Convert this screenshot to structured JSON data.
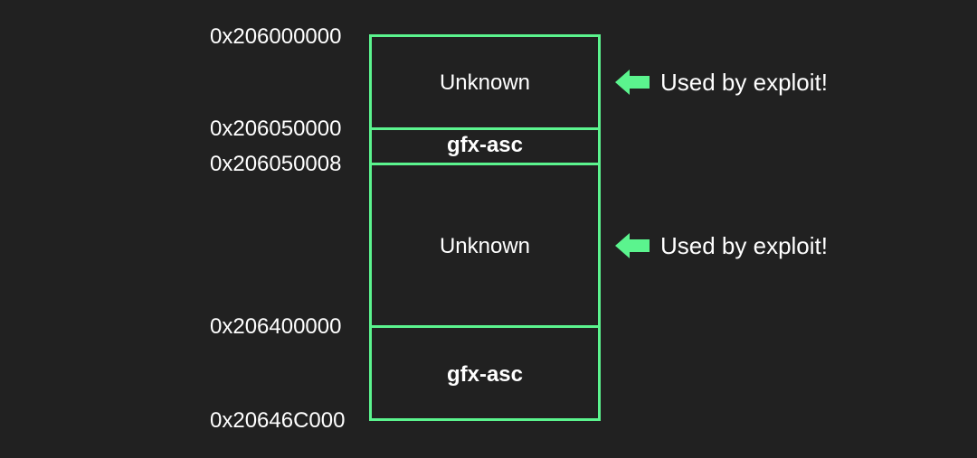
{
  "addresses": {
    "a0": "0x206000000",
    "a1": "0x206050000",
    "a2": "0x206050008",
    "a3": "0x206400000",
    "a4": "0x20646C000"
  },
  "regions": {
    "r0": "Unknown",
    "r1": "gfx-asc",
    "r2": "Unknown",
    "r3": "gfx-asc"
  },
  "annotations": {
    "n0": {
      "icon": "arrow-left-icon",
      "text": "Used by exploit!"
    },
    "n1": {
      "icon": "arrow-left-icon",
      "text": "Used by exploit!"
    }
  },
  "colors": {
    "background": "#212121",
    "accent": "#5bf48e",
    "text": "#ffffff"
  }
}
